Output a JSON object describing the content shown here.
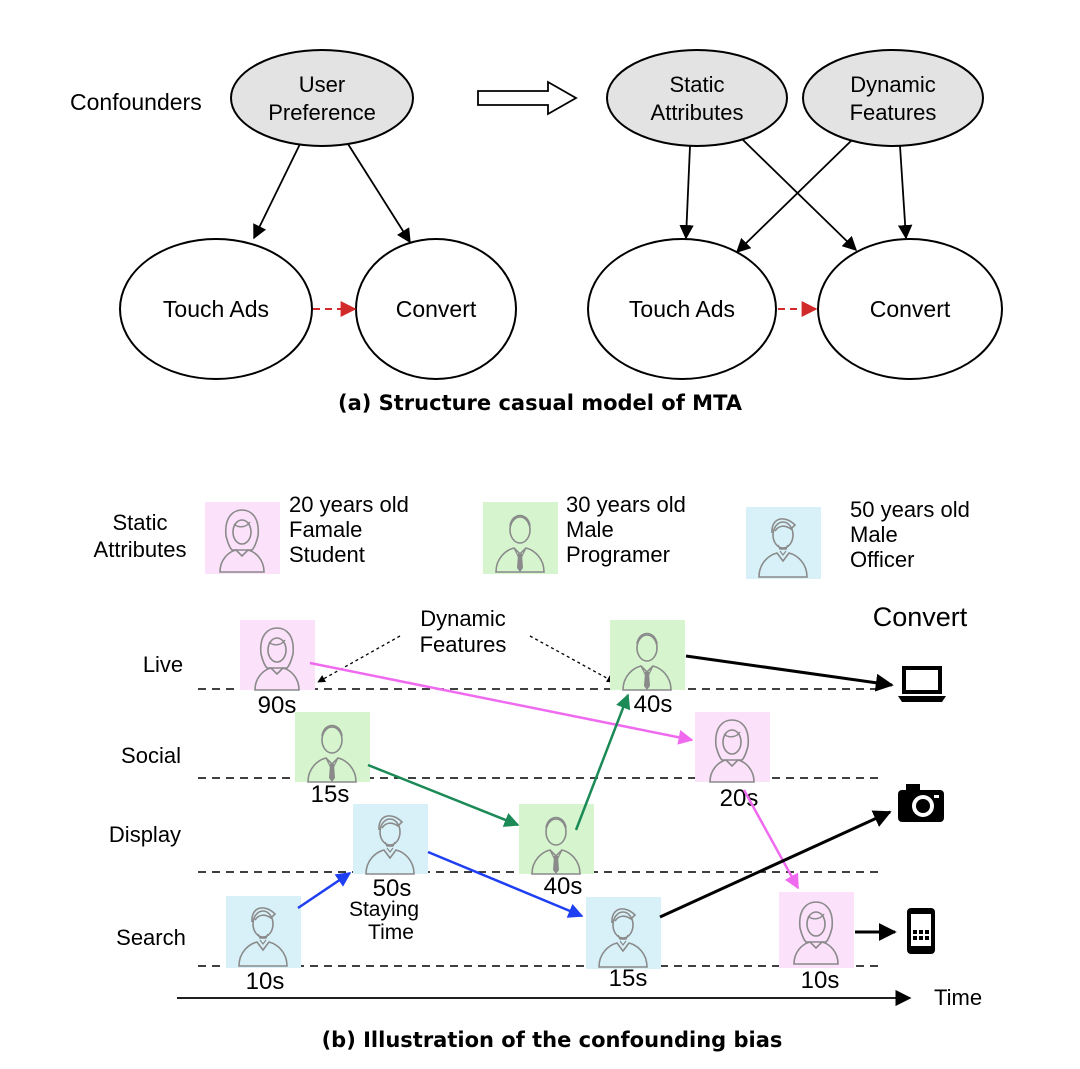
{
  "part_a": {
    "confounders_label": "Confounders",
    "user_preference": [
      "User",
      "Preference"
    ],
    "static_attributes": [
      "Static",
      "Attributes"
    ],
    "dynamic_features": [
      "Dynamic",
      "Features"
    ],
    "touch_ads": "Touch Ads",
    "convert": "Convert",
    "caption": "(a) Structure casual model of MTA"
  },
  "part_b": {
    "static_attributes_label": [
      "Static",
      "Attributes"
    ],
    "profiles": [
      {
        "lines": [
          "20 years old",
          "Famale",
          "Student"
        ],
        "icon": "female-user-icon"
      },
      {
        "lines": [
          "30 years old",
          "Male",
          "Programer"
        ],
        "icon": "male-user-tie-icon"
      },
      {
        "lines": [
          "50 years old",
          "Male",
          "Officer"
        ],
        "icon": "male-user-beard-icon"
      }
    ],
    "dynamic_features_label": [
      "Dynamic",
      "Features"
    ],
    "convert_label": "Convert",
    "channels": [
      "Live",
      "Social",
      "Display",
      "Search"
    ],
    "durations": {
      "female_live": "90s",
      "male_social": "15s",
      "officer_display": "50s",
      "officer_search_start": "10s",
      "male_display": "40s",
      "male_live": "40s",
      "female_social": "20s",
      "officer_search_end": "15s",
      "female_search": "10s"
    },
    "staying_time_label": [
      "Staying",
      "Time"
    ],
    "time_label": "Time",
    "devices": [
      "laptop-icon",
      "camera-icon",
      "phone-icon"
    ],
    "caption": "(b) Illustration of the confounding bias"
  },
  "colors": {
    "pink": "#f06af0",
    "green": "#1b8a56",
    "blue": "#1f3ff2",
    "black": "#000000",
    "node_fill": "#e3e3e3",
    "pink_bg": "#fbe1fa",
    "green_bg": "#d6f5cf",
    "blue_bg": "#d8f1f9",
    "red_dash": "#d12a2a"
  }
}
